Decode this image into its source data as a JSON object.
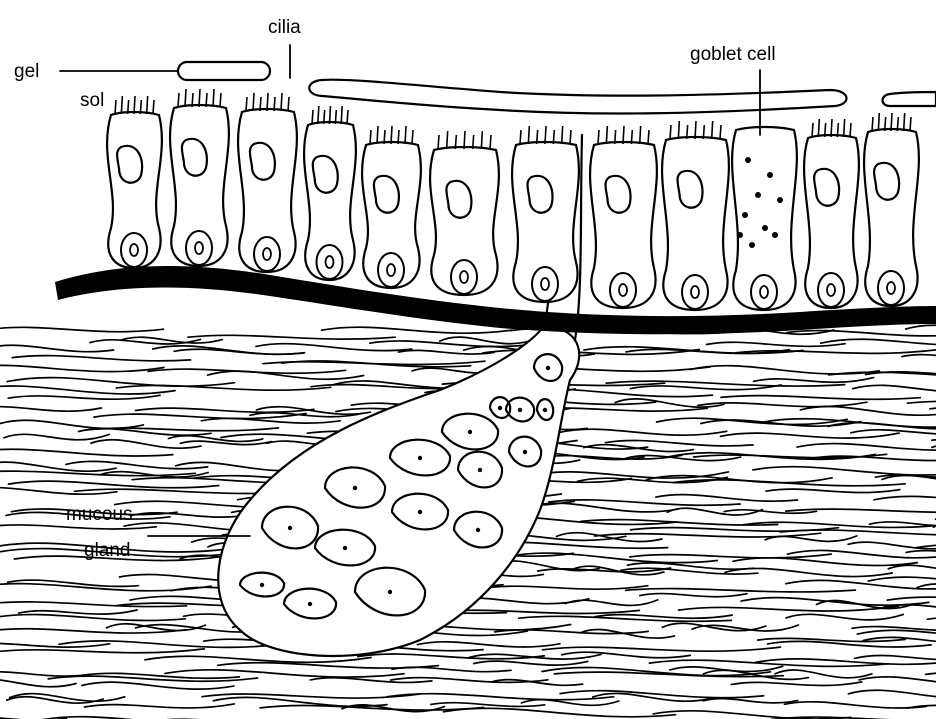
{
  "labels": {
    "gel": "gel",
    "sol": "sol",
    "cilia": "cilia",
    "goblet_cell": "goblet cell",
    "mucous": "mucous",
    "gland": "gland"
  },
  "colors": {
    "ink": "#000000",
    "background": "#ffffff"
  }
}
